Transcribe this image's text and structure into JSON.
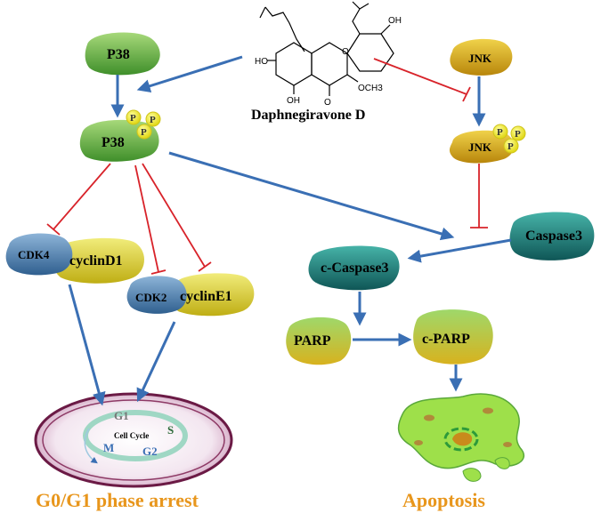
{
  "compound": {
    "name": "Daphnegiravone D",
    "atoms": {
      "oh_left": "HO",
      "oh_bottom": "OH",
      "oh_right": "OH",
      "och3": "OCH3",
      "o_ring": "O",
      "o_keto": "O"
    }
  },
  "nodes": {
    "p38": "P38",
    "p38_phos": "P38",
    "jnk": "JNK",
    "jnk_phos": "JNK",
    "cdk4": "CDK4",
    "cyclin_d1": "cyclinD1",
    "cdk2": "CDK2",
    "cyclin_e1": "cyclinE1",
    "caspase3": "Caspase3",
    "c_caspase3": "c-Caspase3",
    "parp": "PARP",
    "c_parp": "c-PARP",
    "phospho": "P"
  },
  "cell_cycle": {
    "title": "Cell Cycle",
    "g1": "G1",
    "s": "S",
    "g2": "G2",
    "m": "M"
  },
  "outcomes": {
    "g0g1": "G0/G1 phase arrest",
    "apoptosis": "Apoptosis"
  },
  "colors": {
    "activation_arrow": "#3a6fb4",
    "inhibition_line": "#d8232a",
    "outcome_text": "#e8961c",
    "green_protein": "#5aa83a",
    "yellow_protein": "#d8c21e",
    "teal_protein": "#1f7a7a",
    "blue_protein": "#4a7ca8",
    "phospho_circle": "#f0ee3a"
  }
}
